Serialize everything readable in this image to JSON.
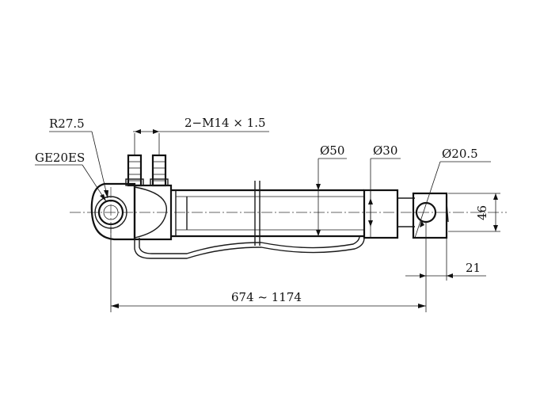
{
  "drawing": {
    "labels": {
      "bearing_radius": "R27.5",
      "bearing_type": "GE20ES",
      "ports": "2−M14 × 1.5",
      "tube_dia": "Ø50",
      "rod_dia": "Ø30",
      "eye_hole_dia": "Ø20.5",
      "eye_width": "46",
      "eye_offset": "21",
      "stroke_length": "674 ~ 1174"
    }
  }
}
